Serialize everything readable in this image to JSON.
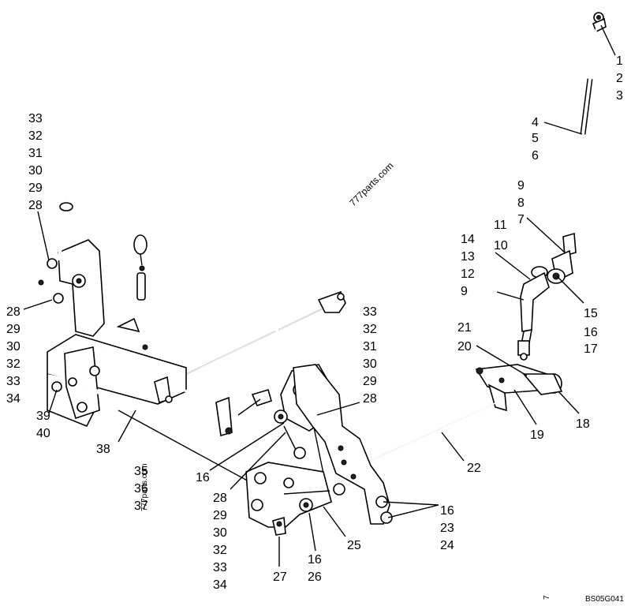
{
  "watermark": "777parts.com",
  "watermark_small": "777parts.com",
  "figure_id": "BS05G041",
  "corner_mark": "7",
  "callouts": {
    "c1": "1",
    "c2": "2",
    "c3": "3",
    "c4": "4",
    "c5": "5",
    "c6": "6",
    "c9a": "9",
    "c8": "8",
    "c7": "7",
    "c11": "11",
    "c10": "10",
    "c14": "14",
    "c13": "13",
    "c12": "12",
    "c9b": "9",
    "c15": "15",
    "c16a": "16",
    "c17": "17",
    "c21": "21",
    "c20": "20",
    "c18": "18",
    "c19": "19",
    "c22": "22",
    "c16b": "16",
    "c23": "23",
    "c24": "24",
    "c25": "25",
    "c16c": "16",
    "c26": "26",
    "c27": "27",
    "c28a": "28",
    "c29a": "29",
    "c30a": "30",
    "c32a": "32",
    "c33a": "33",
    "c34a": "34",
    "c16d": "16",
    "c33b": "33",
    "c32b": "32",
    "c31b": "31",
    "c30b": "30",
    "c29b": "29",
    "c28b": "28",
    "c35": "35",
    "c36": "36",
    "c37": "37",
    "c38": "38",
    "c39": "39",
    "c40": "40",
    "c28c": "28",
    "c29c": "29",
    "c30c": "30",
    "c32c": "32",
    "c33c": "33",
    "c34c": "34",
    "c33d": "33",
    "c32d": "32",
    "c31d": "31",
    "c30d": "30",
    "c29d": "29",
    "c28d": "28"
  }
}
